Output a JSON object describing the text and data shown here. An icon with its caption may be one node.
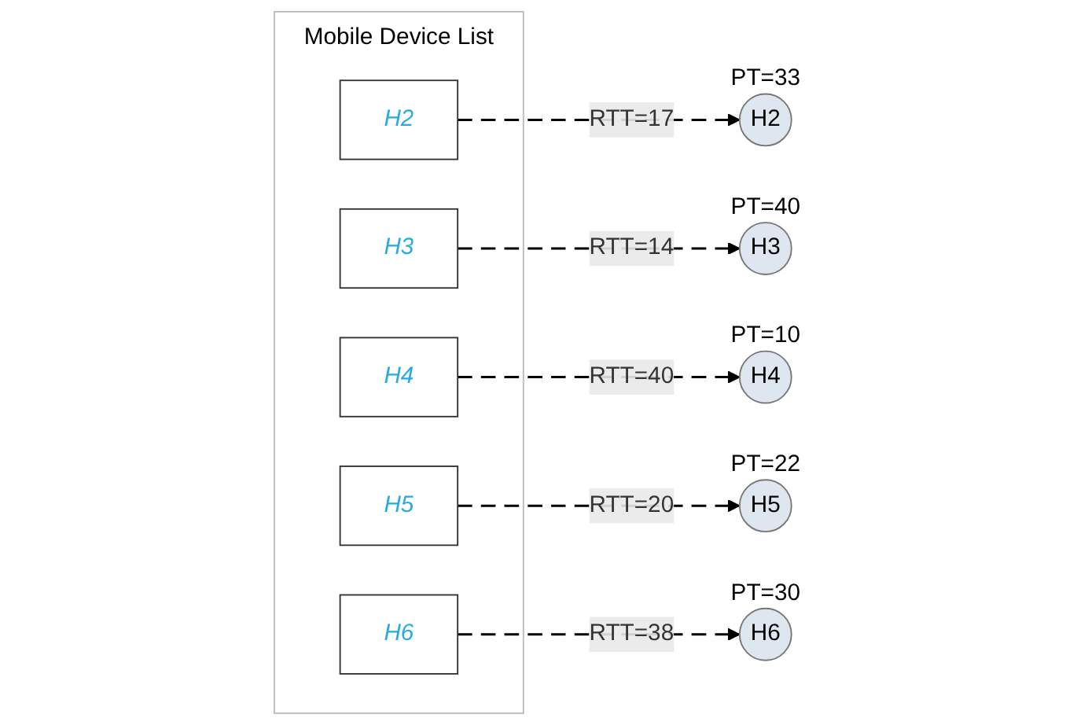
{
  "diagram": {
    "nodes": [
      {
        "text": [
          "Mobile Device List"
        ]
      },
      {
        "text": [
          "H2"
        ],
        "in": 0
      },
      {
        "text": [
          "H3"
        ],
        "in": 0
      },
      {
        "text": [
          "H4"
        ],
        "in": 0
      },
      {
        "text": [
          "H5"
        ],
        "in": 0
      },
      {
        "text": [
          "H6"
        ],
        "in": 0
      },
      {
        "text": [
          "H3"
        ],
        "beside": [
          "PT=40"
        ]
      },
      {
        "text": [
          "H4"
        ],
        "beside": [
          "PT=10"
        ]
      },
      {
        "text": [
          "H2"
        ],
        "beside": [
          "PT=33"
        ]
      },
      {
        "text": [
          "H5"
        ],
        "beside": [
          "PT=22"
        ]
      },
      {
        "text": [
          "H6"
        ],
        "beside": [
          "PT=30"
        ]
      }
    ],
    "edges": [
      {
        "from": 2,
        "to": 6,
        "arrow": "to",
        "label": "RTT=14",
        "style": "dashed"
      },
      {
        "from": 3,
        "to": 7,
        "arrow": "to",
        "label": "RTT=40",
        "style": "dashed"
      },
      {
        "from": 1,
        "to": 8,
        "arrow": "to",
        "label": "RTT=17",
        "style": "dashed"
      },
      {
        "from": 4,
        "to": 9,
        "arrow": "to",
        "label": "RTT=20",
        "style": "dashed"
      },
      {
        "from": 5,
        "to": 10,
        "arrow": "to",
        "label": "RTT=38",
        "style": "dashed"
      }
    ]
  }
}
